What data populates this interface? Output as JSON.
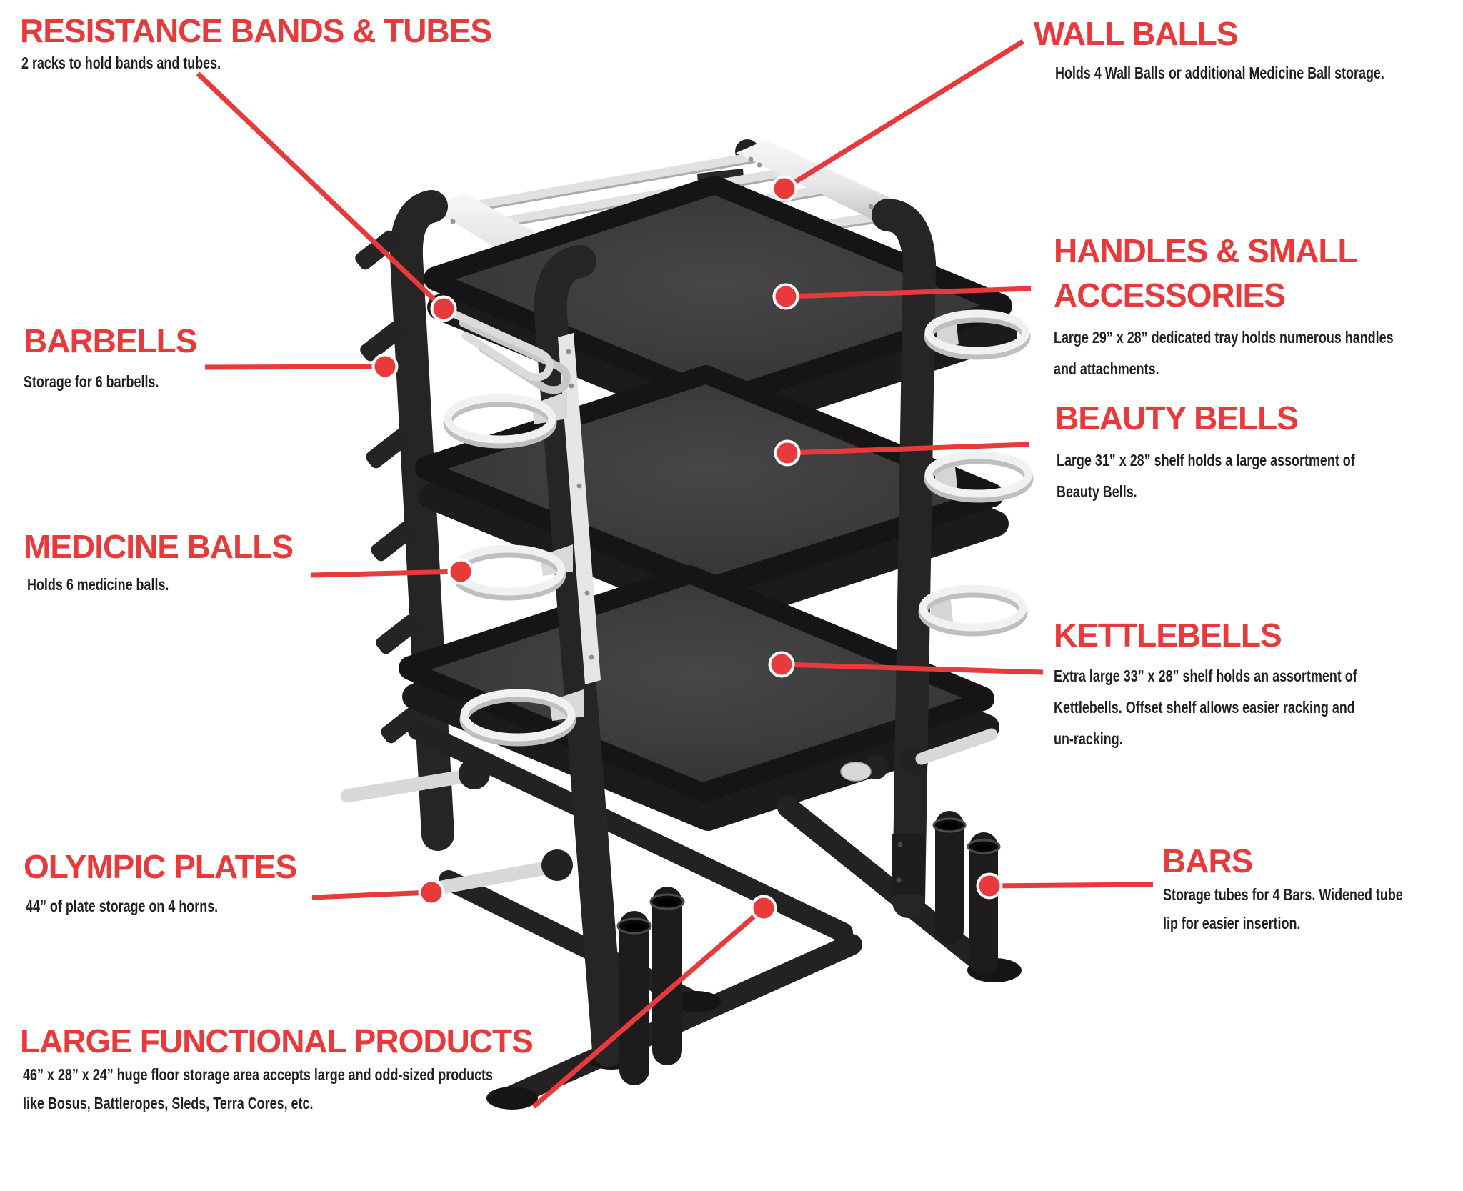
{
  "colors": {
    "accent_red": "#E8393B",
    "text_black": "#231F20",
    "rack_black": "#262324",
    "tray_gray": "#3A3839",
    "silver": "#E2E2E5",
    "background": "#FFFFFF"
  },
  "callouts": [
    {
      "id": "resistance-bands",
      "title": "RESISTANCE BANDS & TUBES",
      "lines": [
        "2 racks to hold bands and tubes."
      ]
    },
    {
      "id": "wall-balls",
      "title": "WALL BALLS",
      "lines": [
        "Holds 4 Wall Balls or additional Medicine Ball storage."
      ]
    },
    {
      "id": "barbells",
      "title": "BARBELLS",
      "lines": [
        "Storage for 6 barbells."
      ]
    },
    {
      "id": "handles-small-accessories",
      "title": "HANDLES & SMALL ACCESSORIES",
      "title_lines": [
        "HANDLES & SMALL",
        "ACCESSORIES"
      ],
      "lines": [
        "Large 29” x 28” dedicated tray holds numerous handles",
        "and attachments."
      ]
    },
    {
      "id": "beauty-bells",
      "title": "BEAUTY BELLS",
      "lines": [
        "Large 31” x 28” shelf holds a large assortment of",
        "Beauty Bells."
      ]
    },
    {
      "id": "medicine-balls",
      "title": "MEDICINE BALLS",
      "lines": [
        "Holds 6 medicine balls."
      ]
    },
    {
      "id": "kettlebells",
      "title": "KETTLEBELLS",
      "lines": [
        "Extra large 33” x 28” shelf holds an assortment of",
        "Kettlebells. Offset shelf allows easier racking and",
        "un-racking."
      ]
    },
    {
      "id": "olympic-plates",
      "title": "OLYMPIC PLATES",
      "lines": [
        "44” of plate storage on 4 horns."
      ]
    },
    {
      "id": "bars",
      "title": "BARS",
      "lines": [
        "Storage tubes for 4 Bars. Widened tube",
        "lip for easier insertion."
      ]
    },
    {
      "id": "large-functional-products",
      "title": "LARGE FUNCTIONAL PRODUCTS",
      "lines": [
        "46” x 28” x 24” huge floor storage area accepts large and odd-sized products",
        "like Bosus, Battleropes, Sleds, Terra Cores, etc."
      ]
    }
  ]
}
